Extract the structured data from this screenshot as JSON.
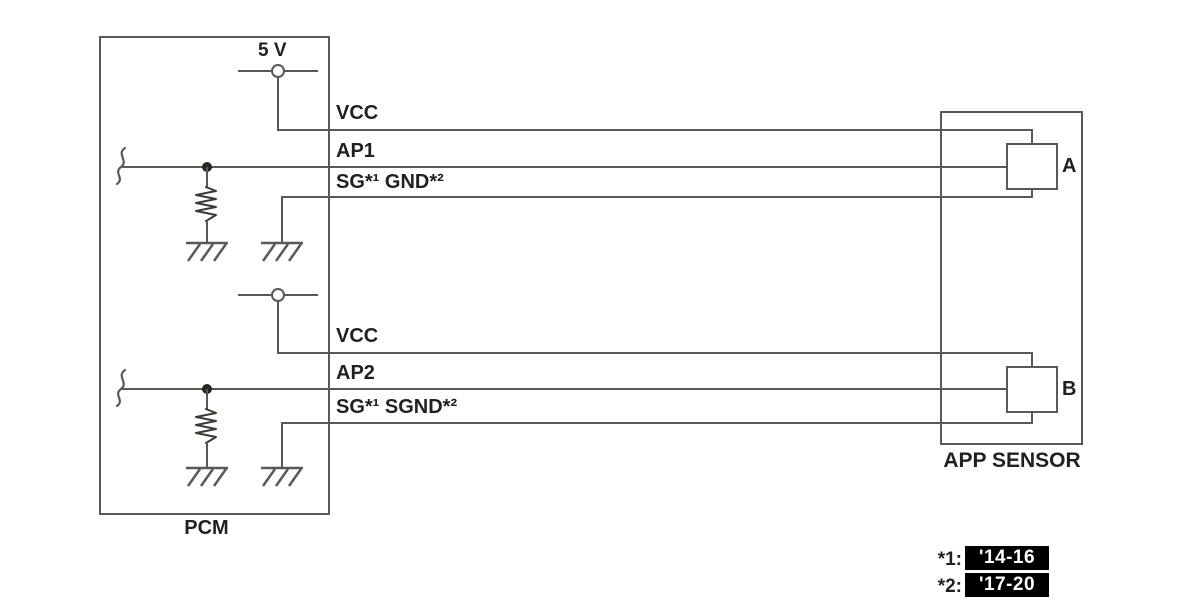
{
  "diagram": {
    "pcm": {
      "label": "PCM",
      "supply_label": "5 V"
    },
    "app_sensor": {
      "label": "APP SENSOR",
      "connector_a_label": "A",
      "connector_b_label": "B"
    },
    "channel_1": {
      "vcc_label": "VCC",
      "signal_label": "AP1",
      "ground_label": "SG*¹ GND*²"
    },
    "channel_2": {
      "vcc_label": "VCC",
      "signal_label": "AP2",
      "ground_label": "SG*¹ SGND*²"
    },
    "footnotes": [
      {
        "marker": "*1:",
        "value": "'14-16"
      },
      {
        "marker": "*2:",
        "value": "'17-20"
      }
    ],
    "colors": {
      "wire": "#58595b",
      "text": "#231f20",
      "badge_bg": "#000000",
      "badge_text": "#ffffff"
    }
  }
}
